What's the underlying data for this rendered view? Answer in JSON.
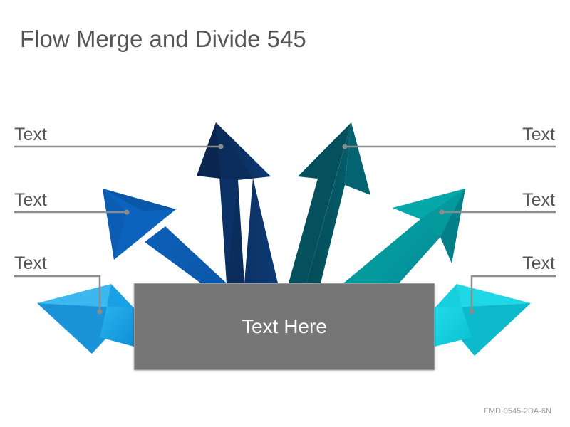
{
  "title": "Flow Merge and Divide 545",
  "center_text": "Text Here",
  "labels_left": [
    "Text",
    "Text",
    "Text"
  ],
  "labels_right": [
    "Text",
    "Text",
    "Text"
  ],
  "footer_code": "FMD-0545-2DA-6N",
  "colors": {
    "arrow_left_low": "#17a2e8",
    "arrow_left_mid": "#0a5cb4",
    "arrow_left_top": "#0b3466",
    "arrow_right_top": "#035766",
    "arrow_right_mid": "#009aa0",
    "arrow_right_low": "#12d1e0",
    "center_box": "#767676",
    "leader_line": "#8c8c8c"
  }
}
